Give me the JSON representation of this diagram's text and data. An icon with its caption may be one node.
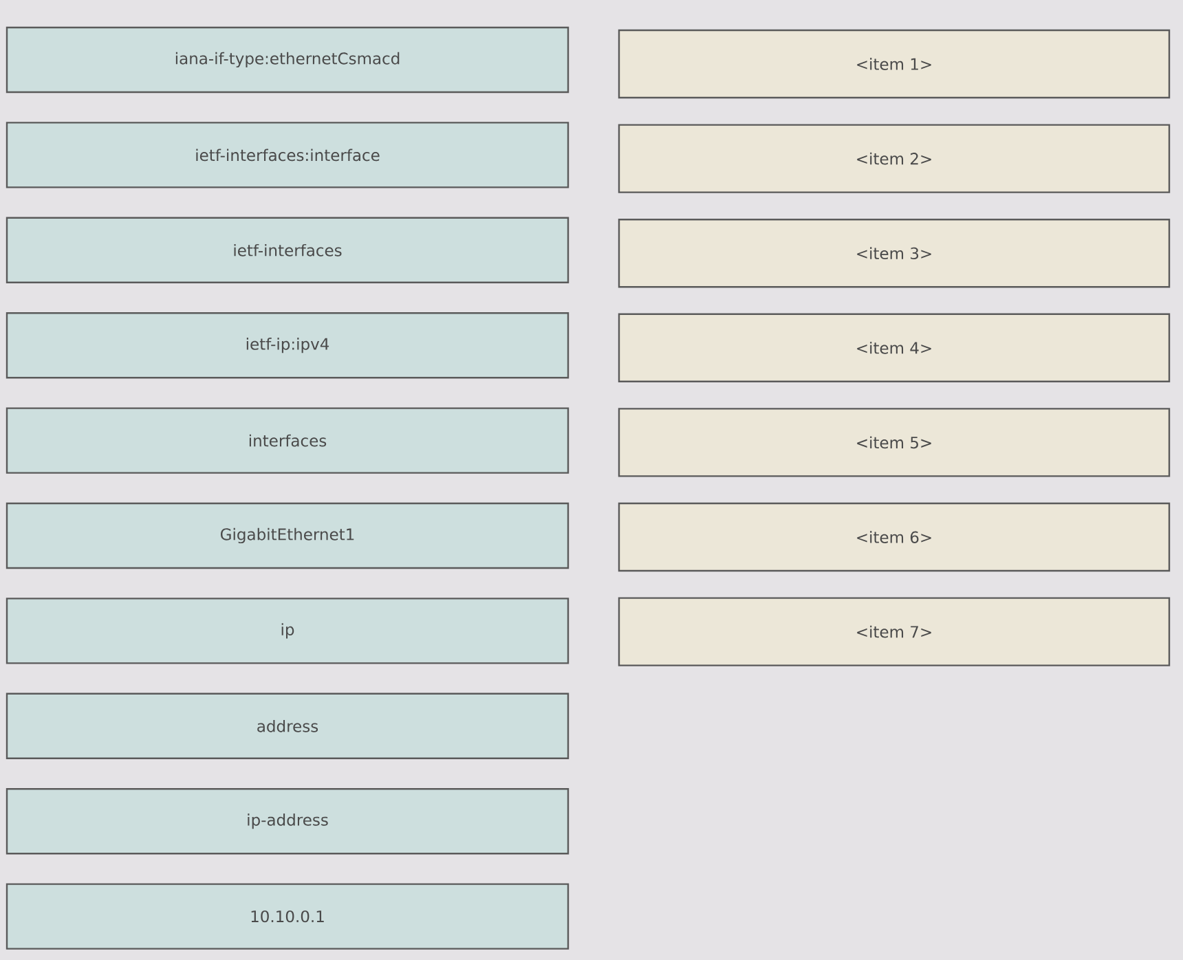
{
  "diagram": {
    "nodes": [
      {
        "text": [
          "iana-if-type:ethernetCsmacd"
        ]
      },
      {
        "text": [
          "ietf-interfaces:interface"
        ]
      },
      {
        "text": [
          "ietf-interfaces"
        ]
      },
      {
        "text": [
          "ietf-ip:ipv4"
        ]
      },
      {
        "text": [
          "interfaces"
        ]
      },
      {
        "text": [
          "GigabitEthernet1"
        ]
      },
      {
        "text": [
          "ip"
        ]
      },
      {
        "text": [
          "address"
        ]
      },
      {
        "text": [
          "ip-address"
        ]
      },
      {
        "text": [
          "10.10.0.1"
        ]
      },
      {
        "text": [
          "<item 1>"
        ]
      },
      {
        "text": [
          "<item 2>"
        ]
      },
      {
        "text": [
          "<item 3>"
        ]
      },
      {
        "text": [
          "<item 4>"
        ]
      },
      {
        "text": [
          "<item 5>"
        ]
      },
      {
        "text": [
          "<item 6>"
        ]
      },
      {
        "text": [
          "<item 7>"
        ]
      }
    ]
  }
}
